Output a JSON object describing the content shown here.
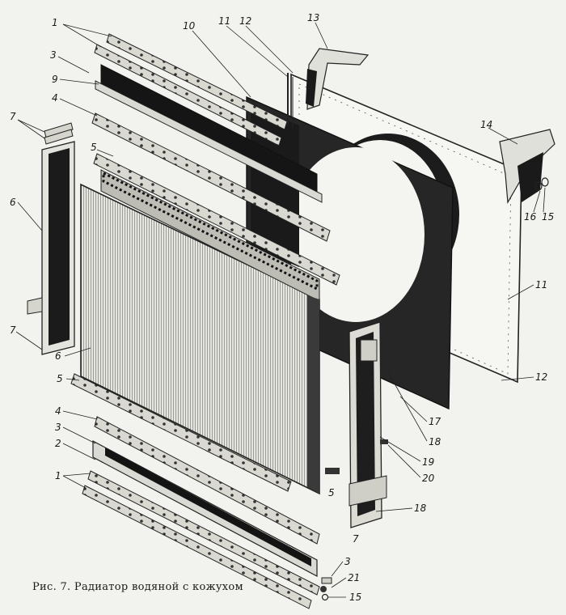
{
  "caption": "Рис. 7. Радиатор водяной с кожухом",
  "labels": {
    "l1_top": "1",
    "l3_top": "3",
    "l9": "9",
    "l4_top": "4",
    "l7_tl": "7",
    "l5_top": "5",
    "l6_left": "6",
    "l7_left": "7",
    "l6_mid": "6",
    "l5_mid": "5",
    "l4_bot": "4",
    "l3_bot": "3",
    "l2": "2",
    "l1_bot": "1",
    "l10": "10",
    "l11_top": "11",
    "l12_top": "12",
    "l13": "13",
    "l14": "14",
    "l16": "16",
    "l15_right": "15",
    "l11_right": "11",
    "l12_right": "12",
    "l17": "17",
    "l18_mid": "18",
    "l19": "19",
    "l20": "20",
    "l5_small": "5",
    "l18_bot": "18",
    "l7_bot": "7",
    "l3_br": "3",
    "l21": "21",
    "l15_br": "15"
  }
}
